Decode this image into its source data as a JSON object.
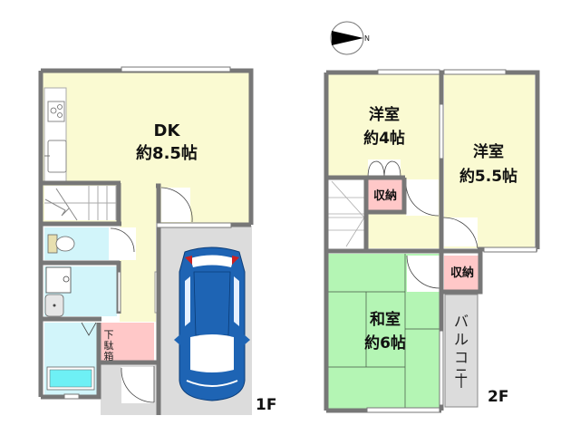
{
  "compass": {
    "label": "N",
    "icon": "north-arrow-icon"
  },
  "floor1": {
    "floor_label": "1F",
    "rooms": [
      {
        "id": "dk",
        "name": "DK",
        "size": "約8.5帖",
        "color": "#fafad2"
      },
      {
        "id": "shoe-closet",
        "name_chars": [
          "下",
          "駄",
          "箱"
        ],
        "color": "#ffc8c8"
      },
      {
        "id": "toilet",
        "color": "#d2f5fa"
      },
      {
        "id": "washroom",
        "color": "#d2f5fa"
      },
      {
        "id": "bathroom",
        "color": "#d2f5fa"
      },
      {
        "id": "hallway",
        "color": "#fafad2"
      },
      {
        "id": "parking",
        "color": "#dcdcdc"
      }
    ],
    "car": {
      "icon": "car-icon",
      "color": "#1e64b4"
    }
  },
  "floor2": {
    "floor_label": "2F",
    "rooms": [
      {
        "id": "western-4",
        "name": "洋室",
        "size": "約4帖",
        "color": "#fafad2"
      },
      {
        "id": "western-55",
        "name": "洋室",
        "size": "約5.5帖",
        "color": "#fafad2"
      },
      {
        "id": "storage-1",
        "name": "収納",
        "color": "#ffc8c8"
      },
      {
        "id": "storage-2",
        "name": "収納",
        "color": "#ffc8c8"
      },
      {
        "id": "japanese-6",
        "name": "和室",
        "size": "約6帖",
        "color": "#b4f5b4"
      },
      {
        "id": "balcony",
        "name_chars": [
          "バ",
          "ル",
          "コ",
          "ニ",
          "ー"
        ],
        "color": "#dcdcdc"
      }
    ]
  },
  "colors": {
    "wall": "#777777",
    "yellow": "#fafad2",
    "blue": "#d2f5fa",
    "pink": "#ffc8c8",
    "green": "#b4f5b4",
    "gray": "#dcdcdc"
  }
}
